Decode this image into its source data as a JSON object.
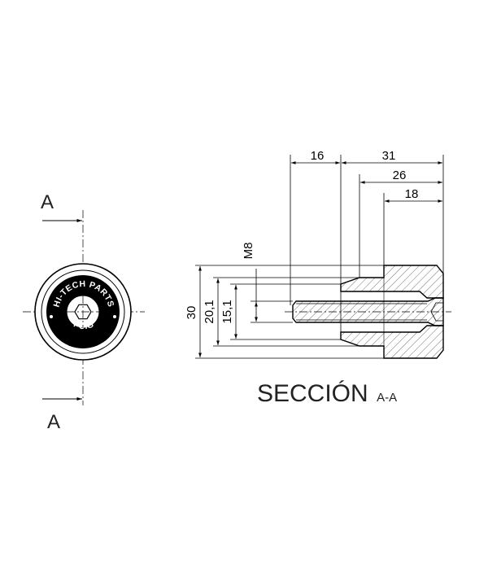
{
  "section_markers": {
    "top": "A",
    "bottom": "A"
  },
  "logo": {
    "top_text": "HI-TECH PARTS",
    "bottom_text": "PUIG",
    "center_icon": "hex-socket-icon"
  },
  "dimensions": {
    "d16": "16",
    "d31": "31",
    "d26": "26",
    "d18": "18",
    "thread": "M8",
    "d30": "30",
    "d20_1": "20,1",
    "d15_1": "15,1"
  },
  "section_title": {
    "main": "SECCIÓN",
    "suffix": "A-A"
  },
  "colors": {
    "line": "#000000",
    "logo_ring": "#000000",
    "background": "#ffffff"
  }
}
